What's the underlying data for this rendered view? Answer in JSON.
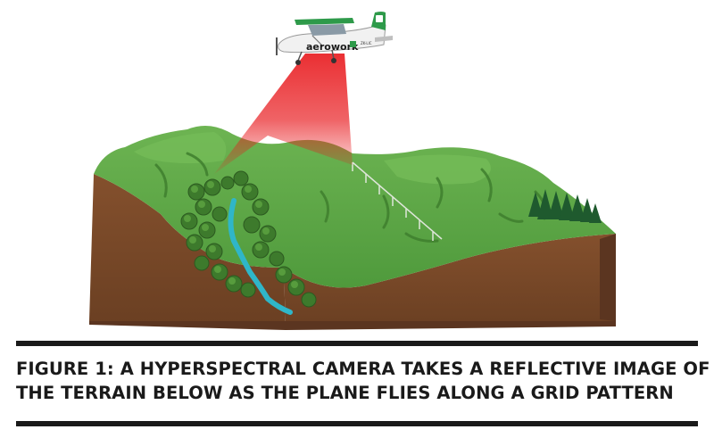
{
  "figure": {
    "caption_line1": "FIGURE 1: A HYPERSPECTRAL CAMERA TAKES A REFLECTIVE IMAGE OF",
    "caption_line2": "THE TERRAIN BELOW AS THE PLANE FLIES ALONG A GRID PATTERN"
  },
  "aircraft": {
    "brand": "aerowork",
    "registration": "ZK-LIC",
    "icon": "aircraft-icon"
  },
  "colors": {
    "grass": "#5fa647",
    "grass_dark": "#3f7f2e",
    "soil": "#7a4a2a",
    "soil_dark": "#5b3520",
    "beam": "#e8181c",
    "stream": "#2fb6c8",
    "plane_green": "#2e9a4a",
    "rule": "#1a1a1a"
  }
}
